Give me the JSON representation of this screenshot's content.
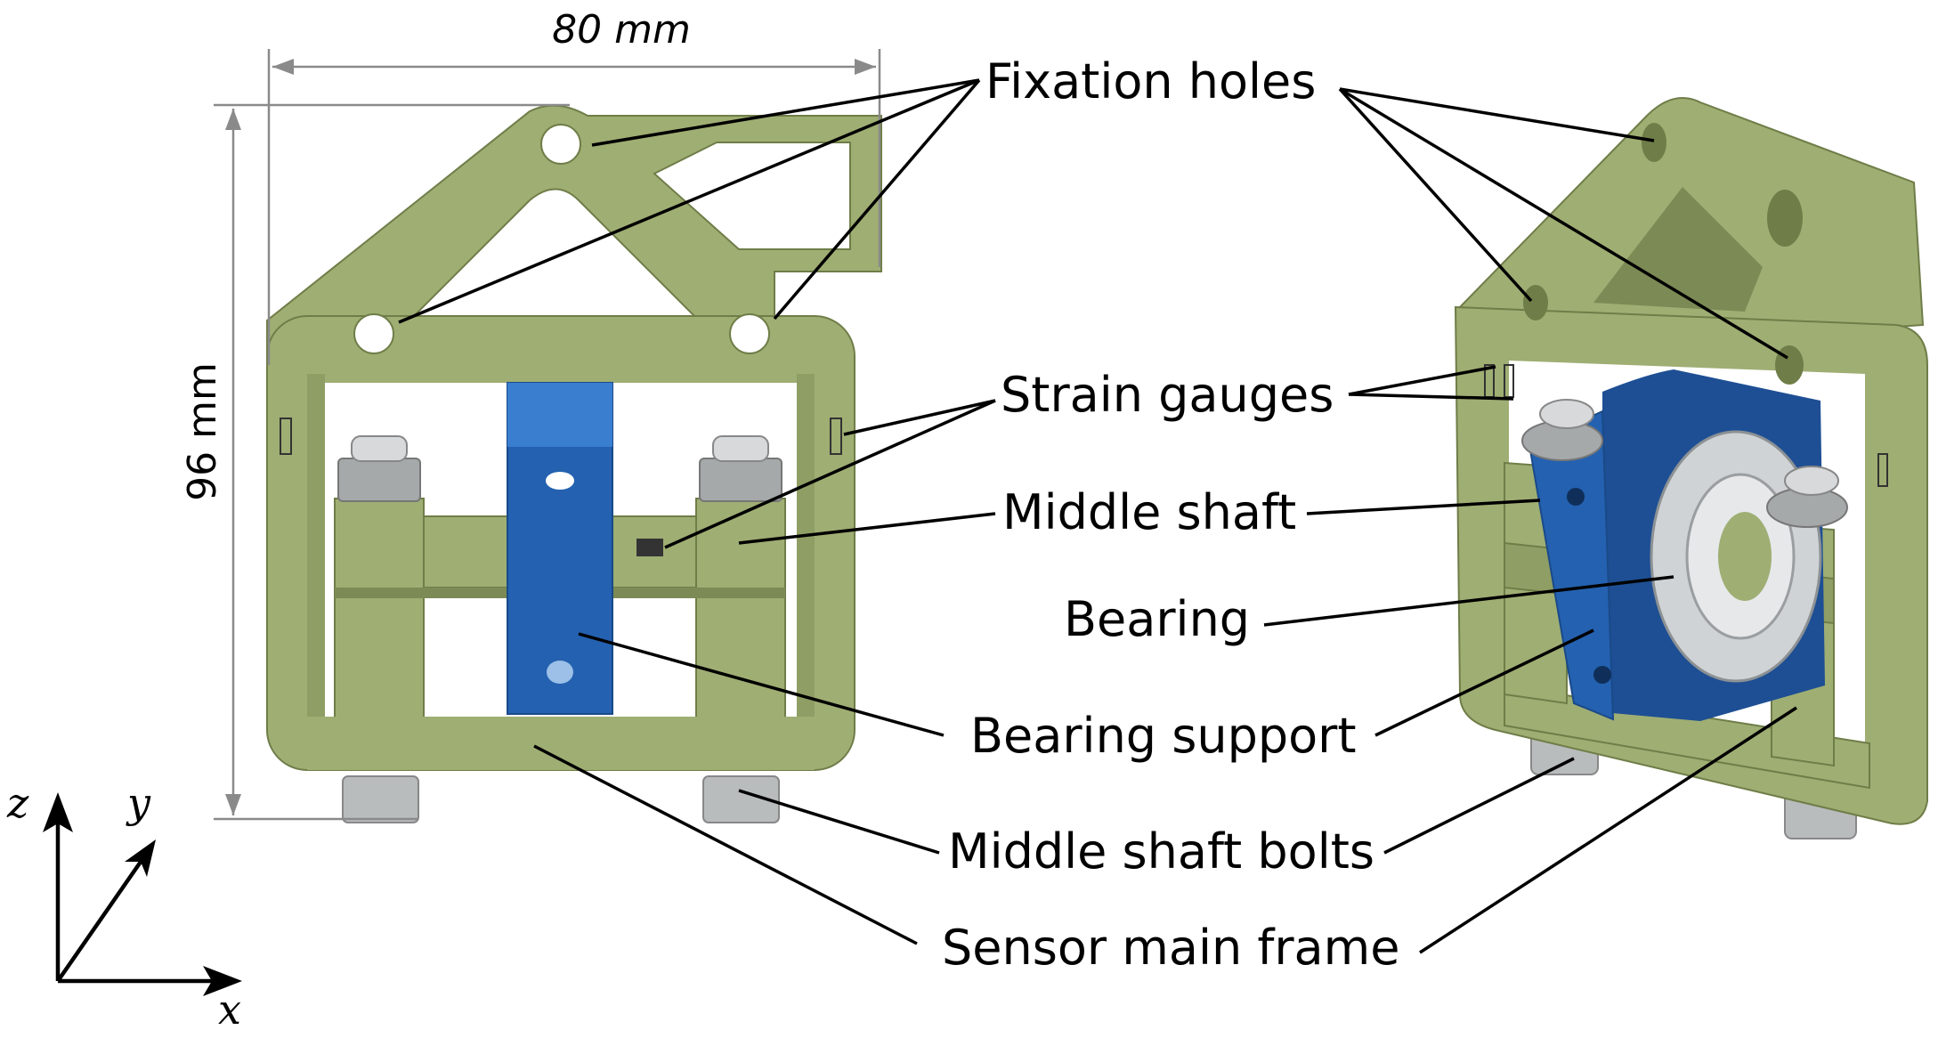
{
  "dimensions": {
    "width": "80 mm",
    "height": "96 mm"
  },
  "labels": {
    "fixation_holes": "Fixation holes",
    "strain_gauges": "Strain gauges",
    "middle_shaft": "Middle shaft",
    "bearing": "Bearing",
    "bearing_support": "Bearing support",
    "middle_shaft_bolts": "Middle shaft bolts",
    "sensor_main_frame": "Sensor main frame"
  },
  "axes": {
    "x": "x",
    "y": "y",
    "z": "z"
  },
  "colors": {
    "frame": "#9fae73",
    "frame_dark": "#7c8a55",
    "bearing_support": "#2461b0",
    "bearing_support_light": "#3a7ed0",
    "bolt": "#b9bcbd",
    "dimension_line": "#8a8a8a"
  }
}
